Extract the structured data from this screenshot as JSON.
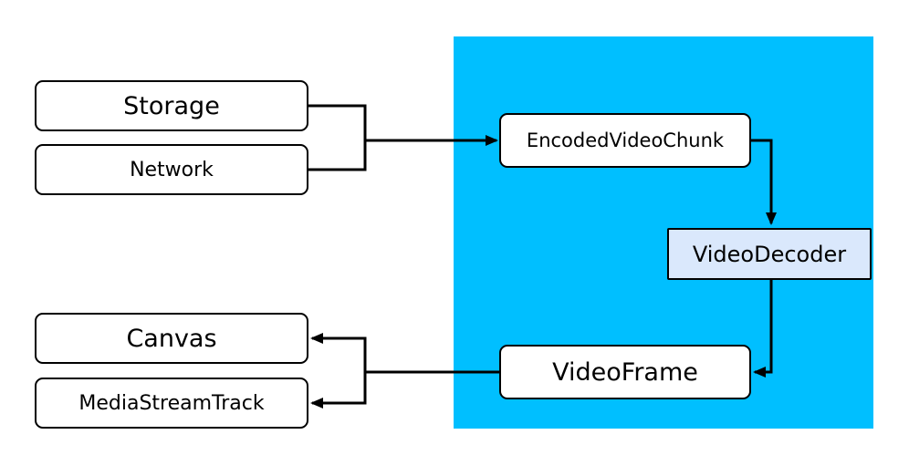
{
  "diagram": {
    "colors": {
      "pipeline_bg": "#00BFFF",
      "decoder_fill": "#dae8fc",
      "node_fill": "#ffffff",
      "stroke": "#000000"
    },
    "sources": [
      {
        "id": "storage",
        "label": "Storage"
      },
      {
        "id": "network",
        "label": "Network"
      }
    ],
    "pipeline": {
      "encoded_chunk_label": "EncodedVideoChunk",
      "decoder_label": "VideoDecoder",
      "frame_label": "VideoFrame"
    },
    "sinks": [
      {
        "id": "canvas",
        "label": "Canvas"
      },
      {
        "id": "mediastreamtrack",
        "label": "MediaStreamTrack"
      }
    ]
  }
}
